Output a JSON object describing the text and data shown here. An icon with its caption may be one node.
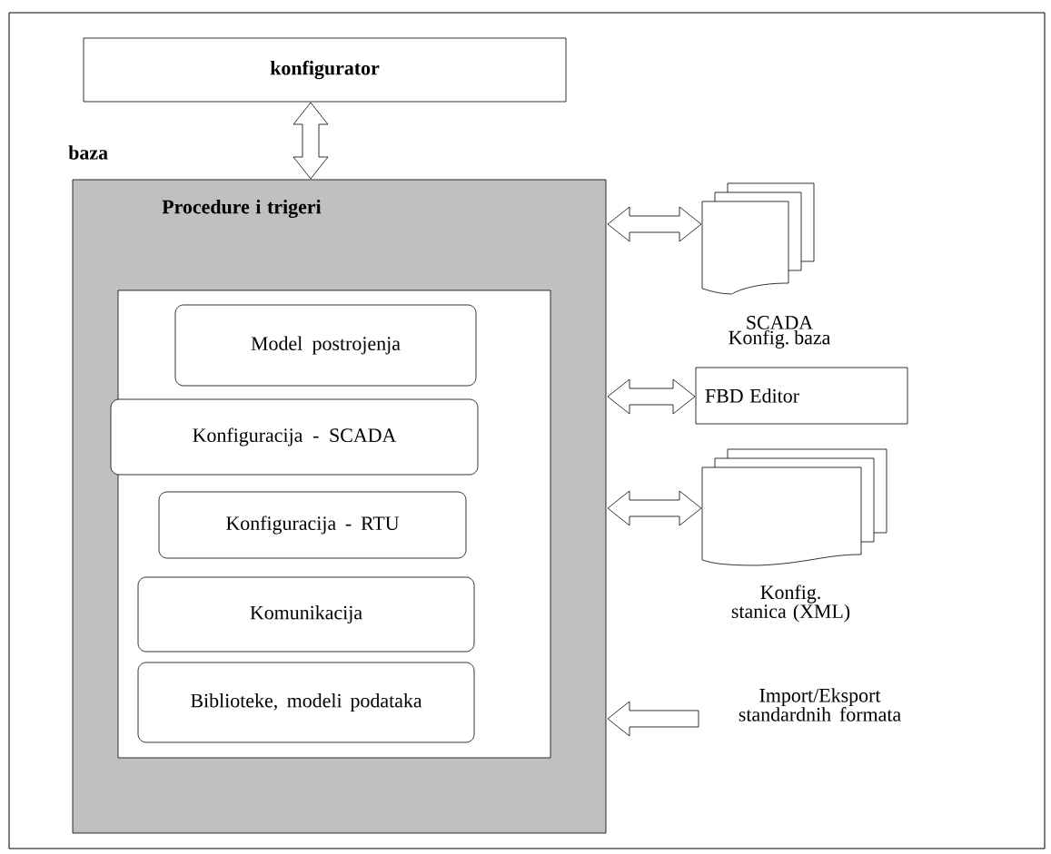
{
  "diagram": {
    "nodes": [
      {
        "text": [
          "konfigurator"
        ]
      },
      {
        "text": [
          "baza",
          "Procedure i trigeri"
        ]
      },
      {
        "text": [],
        "shape": "box",
        "in": 1
      },
      {
        "text": [
          "Model postrojenja"
        ],
        "in": 2
      },
      {
        "text": [
          "Konfiguracija - SCADA"
        ],
        "in": 2
      },
      {
        "text": [
          "Konfiguracija - RTU"
        ],
        "in": 2
      },
      {
        "text": [
          "Komunikacija"
        ],
        "in": 2
      },
      {
        "text": [
          "Biblioteke, modeli podataka"
        ],
        "in": 2
      },
      {
        "text": [],
        "shape": "document",
        "beside": [
          "SCADA Konfig. baza"
        ]
      },
      {
        "text": [
          "FBD Editor"
        ]
      },
      {
        "text": [],
        "shape": "document",
        "beside": [
          "Konfig. stanica (XML)"
        ]
      },
      {
        "text": [
          "Import/Eksport standardnih formata"
        ]
      }
    ],
    "edges": [
      {
        "from": 0,
        "to": 1,
        "arrow": "both"
      },
      {
        "from": 1,
        "to": 8,
        "arrow": "both"
      },
      {
        "from": 1,
        "to": 9,
        "arrow": "both"
      },
      {
        "from": 1,
        "to": 10,
        "arrow": "both"
      },
      {
        "from": 11,
        "to": 1,
        "arrow": "to"
      }
    ]
  }
}
